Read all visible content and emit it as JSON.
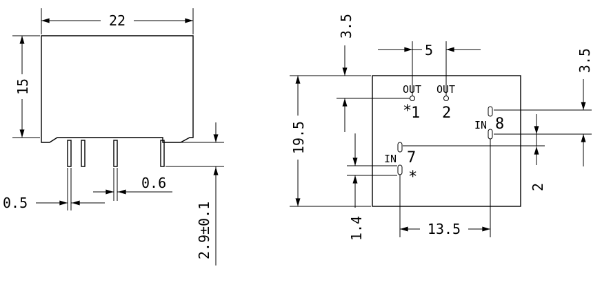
{
  "side_view": {
    "width_dim": "22",
    "height_dim": "15",
    "pin_width_dim": "0.5",
    "pin_spacing_dim": "0.6",
    "pin_length_dim": "2.9±0.1"
  },
  "top_view": {
    "pin_top_offset_dim": "3.5",
    "out_spacing_dim": "5",
    "right_offset_dim": "3.5",
    "height_dim": "19.5",
    "in7_offset_dim": "1.4",
    "in_spacing_dim": "13.5",
    "in8_offset_dim": "2",
    "pins": {
      "out1_label": "OUT",
      "out1_num": "1",
      "out1_mark": "*",
      "out2_label": "OUT",
      "out2_num": "2",
      "in7_label": "IN",
      "in7_num": "7",
      "in7_mark": "*",
      "in8_label": "IN",
      "in8_num": "8"
    }
  }
}
